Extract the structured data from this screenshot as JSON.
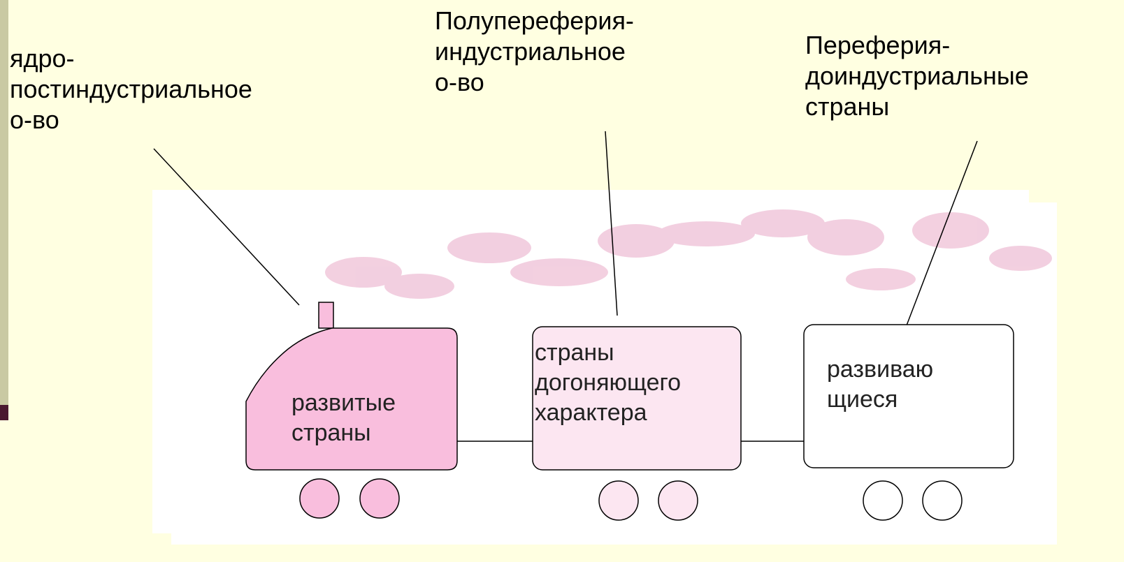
{
  "labels": {
    "core": "ядро-\nпостиндустриальное\nо-во",
    "semi_periphery": "Полупереферия-\nиндустриальное\nо-во",
    "periphery": "Переферия-\nдоиндустриальные\nстраны"
  },
  "cars": {
    "locomotive": "развитые\nстраны",
    "middle": "страны\nдогоняющего\nхарактера",
    "last": "развиваю\nщиеся"
  },
  "colors": {
    "background": "#FFFFE1",
    "locomotive_fill": "#F9BEDD",
    "middle_fill": "#FCE6F1",
    "last_fill": "#FFFFFF",
    "smoke": "#E9A9C7"
  }
}
